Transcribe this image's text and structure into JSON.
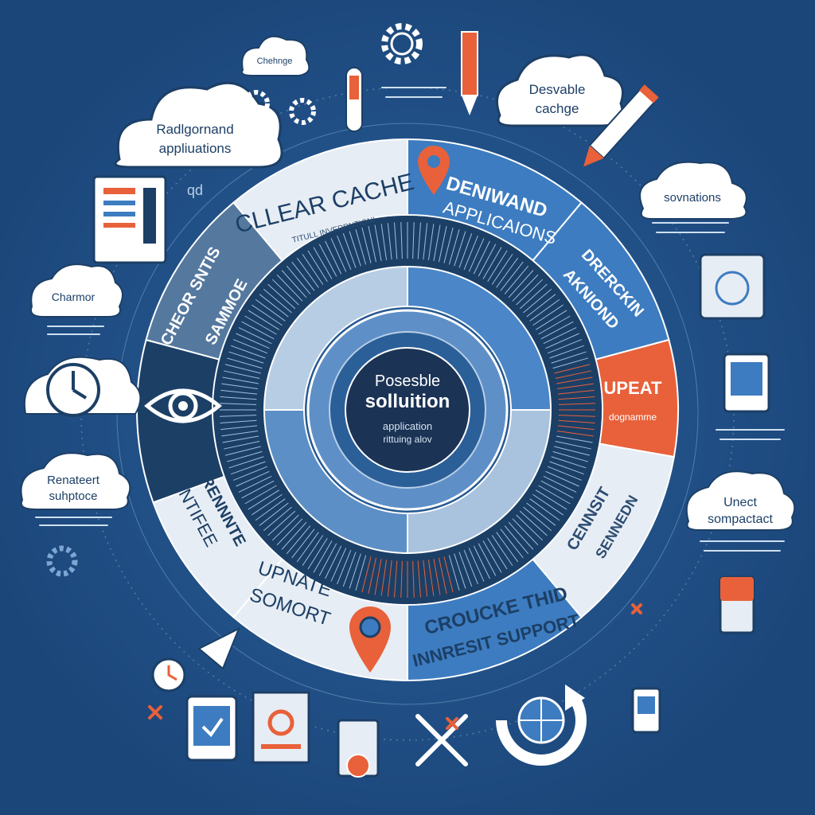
{
  "center": {
    "title_line1": "Posesble",
    "title_line2": "solluition",
    "sub_line1": "application",
    "sub_line2": "rittuing alov"
  },
  "segments": {
    "clear_cache": {
      "title": "CLLEAR CACHE",
      "subtitle": "TITULL INVERRNTION!"
    },
    "denimand": {
      "title_line1": "DENIWAND",
      "title_line2": "APPLICAIONS"
    },
    "dreperckin": {
      "title_line1": "DRERCKIN",
      "title_line2": "AKNIOND"
    },
    "upeat": {
      "title": "UPEAT",
      "subtitle": "dognamme"
    },
    "cennsit": {
      "title_line1": "CENNSIT",
      "title_line2": "SENNEDN"
    },
    "croucke": {
      "title_line1": "CROUCKE THID",
      "title_line2": "INNRESIT SUPPORT"
    },
    "upnate": {
      "title_line1": "UPNATE",
      "title_line2": "SOMORT"
    },
    "sontifee": {
      "title_line1": "RENNNTE",
      "title_line2": "SONTIFEE"
    },
    "cheor": {
      "title_line1": "CHEOR SNTIS",
      "title_line2": "SAMMOE"
    }
  },
  "callouts": {
    "top_left_cloud": {
      "line1": "Radlgornand",
      "line2": "appliuations"
    },
    "top_left_small": "Chehnge",
    "top_right_cloud": {
      "line1": "Desvable",
      "line2": "cachge"
    },
    "right_cloud": "sovnations",
    "left_cloud": "Charmor",
    "left_bottom_cloud": {
      "line1": "Renateert",
      "line2": "suhptoce"
    },
    "right_bottom_cloud": {
      "line1": "Unect",
      "line2": "sompactact"
    },
    "left_mid_label": "qd"
  },
  "colors": {
    "background": "#1f4f82",
    "navy": "#1c3f66",
    "blue": "#3d7cc0",
    "light": "#e7edf4",
    "orange": "#e8613a"
  },
  "icons": [
    "eye-icon",
    "map-pin-icon",
    "gear-icon",
    "pencil-icon",
    "cloud-icon",
    "clock-icon",
    "globe-icon",
    "refresh-icon",
    "tablet-icon",
    "document-icon",
    "fork-knife-icon",
    "paper-plane-icon",
    "tools-icon",
    "chart-icon"
  ]
}
